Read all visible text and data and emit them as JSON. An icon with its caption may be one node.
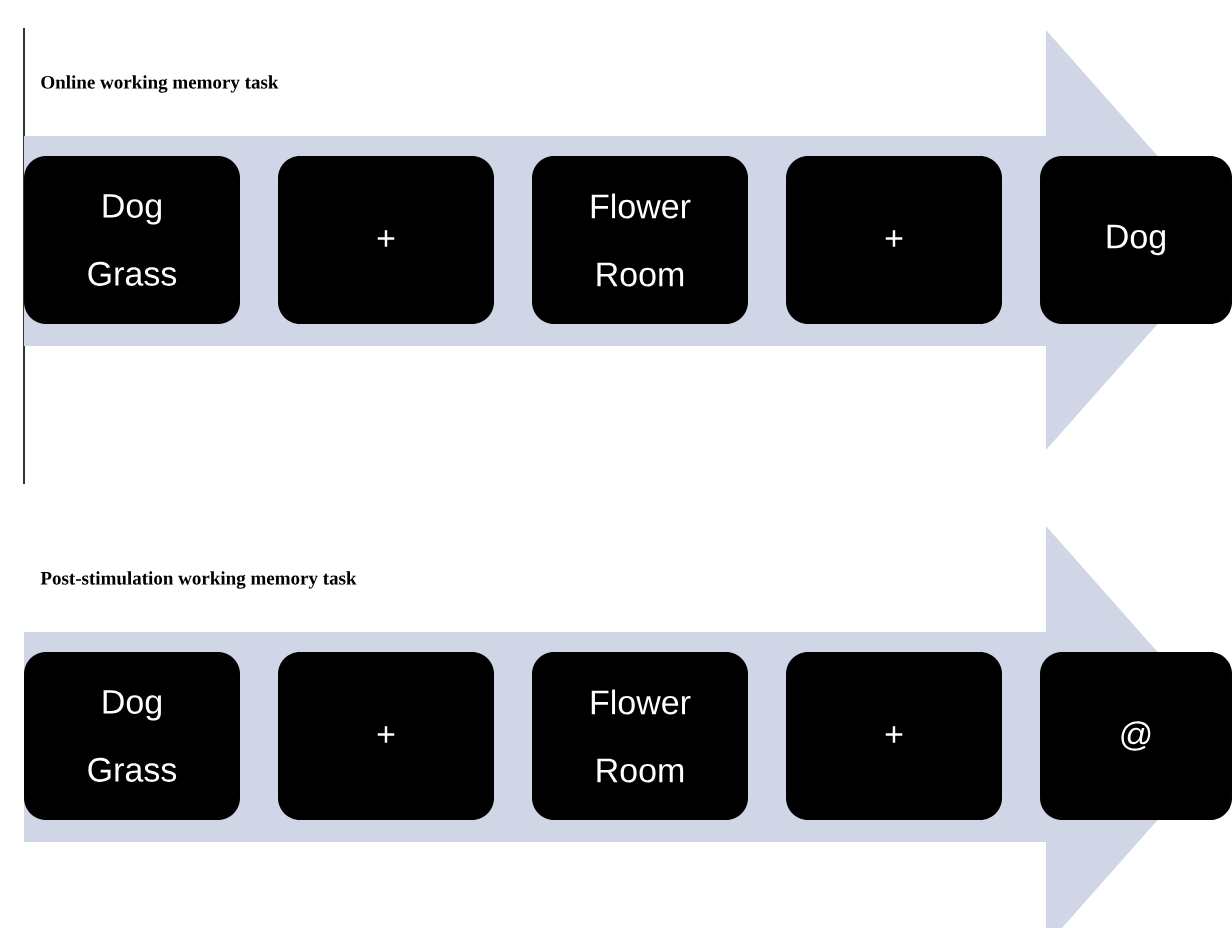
{
  "diagram": {
    "nodes": [
      {
        "text": [
          "Dog Grass"
        ]
      },
      {
        "text": [
          "+"
        ]
      },
      {
        "text": [
          "Flower Room"
        ]
      },
      {
        "text": [
          "+"
        ]
      },
      {
        "text": [
          "Dog"
        ]
      },
      {
        "text": [
          "Dog Grass"
        ]
      },
      {
        "text": [
          "+"
        ]
      },
      {
        "text": [
          "Flower Room"
        ]
      },
      {
        "text": [
          "+"
        ]
      },
      {
        "text": [
          "@"
        ]
      }
    ],
    "labels": [
      "Online working memory task",
      "Post-stimulation working memory task"
    ]
  }
}
